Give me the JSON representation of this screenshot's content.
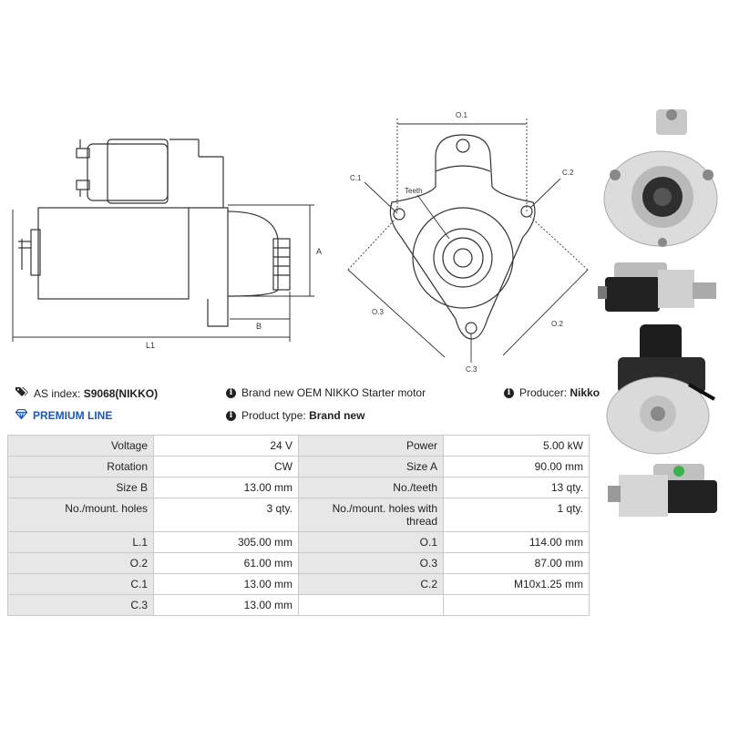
{
  "diagram": {
    "side_labels": {
      "a": "A",
      "b": "B",
      "l1": "L1"
    },
    "front_labels": {
      "o1": "O.1",
      "o2": "O.2",
      "o3": "O.3",
      "c1": "C.1",
      "c2": "C.2",
      "c3": "C.3",
      "teeth": "Teeth"
    }
  },
  "photos": [
    {
      "name": "photo-front-view"
    },
    {
      "name": "photo-side-view"
    },
    {
      "name": "photo-rear-view"
    },
    {
      "name": "photo-side-view-2"
    }
  ],
  "info": {
    "as_index_label": "AS index:",
    "as_index_value": "S9068(NIKKO)",
    "brand_text": "Brand new OEM NIKKO Starter motor",
    "producer_label": "Producer:",
    "producer_value": "Nikko",
    "premium_line": "PREMIUM LINE",
    "product_type_label": "Product type:",
    "product_type_value": "Brand new"
  },
  "table": {
    "rows": [
      [
        "Voltage",
        "24 V",
        "Power",
        "5.00 kW"
      ],
      [
        "Rotation",
        "CW",
        "Size A",
        "90.00 mm"
      ],
      [
        "Size B",
        "13.00 mm",
        "No./teeth",
        "13 qty."
      ],
      [
        "No./mount. holes",
        "3 qty.",
        "No./mount. holes with thread",
        "1 qty."
      ],
      [
        "L.1",
        "305.00 mm",
        "O.1",
        "114.00 mm"
      ],
      [
        "O.2",
        "61.00 mm",
        "O.3",
        "87.00 mm"
      ],
      [
        "C.1",
        "13.00 mm",
        "C.2",
        "M10x1.25 mm"
      ],
      [
        "C.3",
        "13.00 mm",
        "",
        ""
      ]
    ]
  },
  "colors": {
    "premium": "#1b57b8",
    "label_bg": "#e7e7e7",
    "border": "#c9c9c9"
  }
}
